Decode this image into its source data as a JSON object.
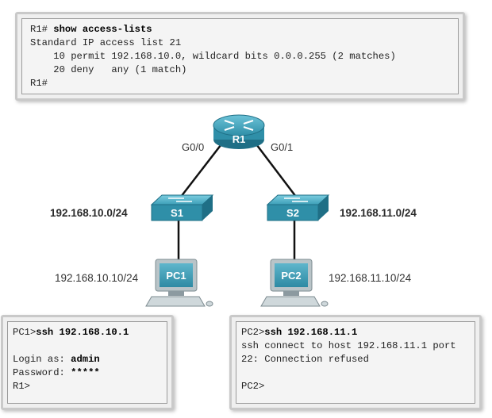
{
  "r1_terminal": {
    "prompt": "R1#",
    "command": "show access-lists",
    "line2": "Standard IP access list 21",
    "line3": "    10 permit 192.168.10.0, wildcard bits 0.0.0.255 (2 matches)",
    "line4": "    20 deny   any (1 match)",
    "line5": "R1#"
  },
  "topology": {
    "router": {
      "label": "R1",
      "left_interface": "G0/0",
      "right_interface": "G0/1"
    },
    "switch_left": {
      "label": "S1",
      "network": "192.168.10.0/24"
    },
    "switch_right": {
      "label": "S2",
      "network": "192.168.11.0/24"
    },
    "pc_left": {
      "label": "PC1",
      "address": "192.168.10.10/24"
    },
    "pc_right": {
      "label": "PC2",
      "address": "192.168.11.10/24"
    }
  },
  "pc1_terminal": {
    "prompt": "PC1>",
    "command": "ssh 192.168.10.1",
    "login_label": "Login as: ",
    "login_value": "admin",
    "password_label": "Password: ",
    "password_value": "*****",
    "last_prompt": "R1>"
  },
  "pc2_terminal": {
    "prompt": "PC2>",
    "command": "ssh 192.168.11.1",
    "line2": "ssh connect to host 192.168.11.1 port",
    "line3": "22: Connection refused",
    "last_prompt": "PC2>"
  },
  "colors": {
    "router_body": "#2f8fa8",
    "switch_body": "#2f8fa8",
    "pc_body": "#3a95ad",
    "device_label": "#ffffff",
    "link": "#111111"
  }
}
